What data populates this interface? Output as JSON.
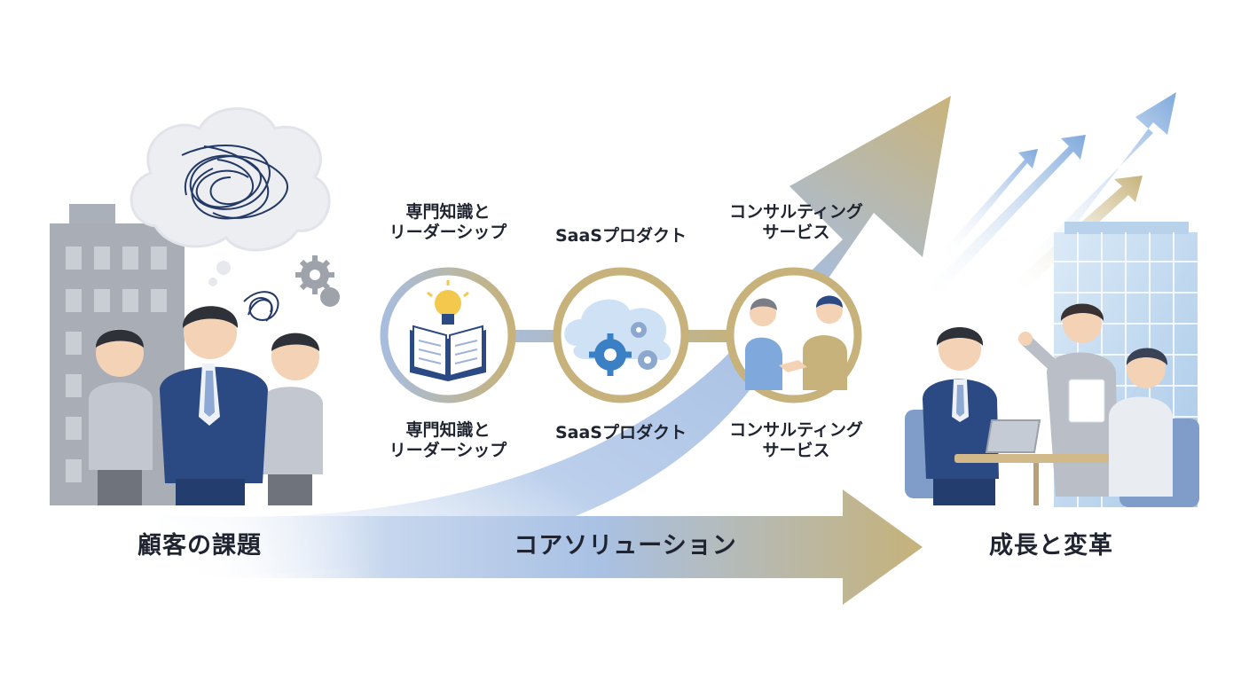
{
  "stages": {
    "challenge": "顧客の課題",
    "solution": "コアソリューション",
    "outcome": "成長と変革"
  },
  "pillars": [
    {
      "line1": "専門知識と",
      "line2": "リーダーシップ",
      "icon": "book-lightbulb-icon"
    },
    {
      "line1": "SaaSプロダクト",
      "line2": "",
      "icon": "cloud-gears-icon"
    },
    {
      "line1": "コンサルティング",
      "line2": "サービス",
      "icon": "handshake-icon"
    }
  ],
  "colors": {
    "navy": "#2b4a84",
    "light_blue": "#a9c4e6",
    "gold": "#c6b27a",
    "gray": "#a9aeb6",
    "text": "#1f2430"
  }
}
